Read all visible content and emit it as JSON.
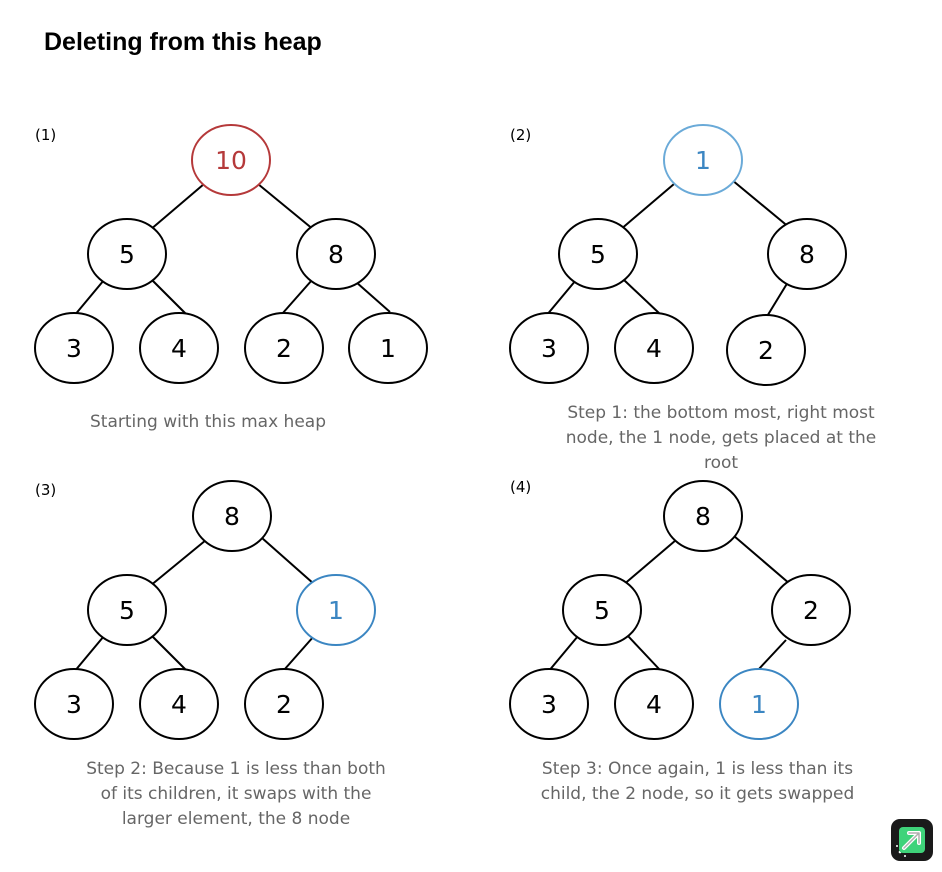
{
  "title": "Deleting from this heap",
  "colors": {
    "default_stroke": "#000000",
    "root_removed": "#b5393a",
    "moving_node": "#3b86c2",
    "moving_node_light": "#6aaad8",
    "caption_text": "#666666"
  },
  "panels": [
    {
      "label": "(1)",
      "caption": "Starting with this max heap",
      "nodes": [
        {
          "value": "10",
          "highlight": "removed"
        },
        {
          "value": "5",
          "highlight": "none"
        },
        {
          "value": "8",
          "highlight": "none"
        },
        {
          "value": "3",
          "highlight": "none"
        },
        {
          "value": "4",
          "highlight": "none"
        },
        {
          "value": "2",
          "highlight": "none"
        },
        {
          "value": "1",
          "highlight": "none"
        }
      ]
    },
    {
      "label": "(2)",
      "caption": "Step 1: the bottom most, right most node, the 1 node, gets placed at the root",
      "nodes": [
        {
          "value": "1",
          "highlight": "moving-light"
        },
        {
          "value": "5",
          "highlight": "none"
        },
        {
          "value": "8",
          "highlight": "none"
        },
        {
          "value": "3",
          "highlight": "none"
        },
        {
          "value": "4",
          "highlight": "none"
        },
        {
          "value": "2",
          "highlight": "none"
        }
      ]
    },
    {
      "label": "(3)",
      "caption": "Step 2: Because 1 is less than both of its children, it swaps with the larger element, the 8 node",
      "nodes": [
        {
          "value": "8",
          "highlight": "none"
        },
        {
          "value": "5",
          "highlight": "none"
        },
        {
          "value": "1",
          "highlight": "moving"
        },
        {
          "value": "3",
          "highlight": "none"
        },
        {
          "value": "4",
          "highlight": "none"
        },
        {
          "value": "2",
          "highlight": "none"
        }
      ]
    },
    {
      "label": "(4)",
      "caption": "Step 3: Once again, 1 is less than its child, the 2 node, so it gets swapped",
      "nodes": [
        {
          "value": "8",
          "highlight": "none"
        },
        {
          "value": "5",
          "highlight": "none"
        },
        {
          "value": "2",
          "highlight": "none"
        },
        {
          "value": "3",
          "highlight": "none"
        },
        {
          "value": "4",
          "highlight": "none"
        },
        {
          "value": "1",
          "highlight": "moving"
        }
      ]
    }
  ],
  "logo": {
    "icon": "arrow-up-right-icon"
  }
}
